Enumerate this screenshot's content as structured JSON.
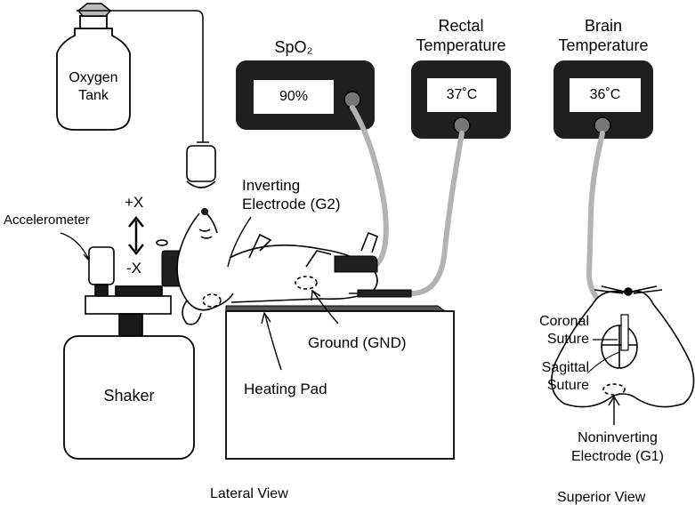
{
  "oxygen_tank": {
    "line1": "Oxygen",
    "line2": "Tank"
  },
  "monitors": {
    "spo2": {
      "title": "SpO₂",
      "reading": "90%"
    },
    "rectal": {
      "title_line1": "Rectal",
      "title_line2": "Temperature",
      "reading": "37˚C"
    },
    "brain": {
      "title_line1": "Brain",
      "title_line2": "Temperature",
      "reading": "36˚C"
    }
  },
  "labels": {
    "accelerometer": "Accelerometer",
    "plus_x": "+X",
    "minus_x": "-X",
    "inverting_line1": "Inverting",
    "inverting_line2": "Electrode (G2)",
    "shaker": "Shaker",
    "ground": "Ground (GND)",
    "heating_pad": "Heating Pad",
    "coronal_line1": "Coronal",
    "coronal_line2": "Suture",
    "sagittal_line1": "Sagittal",
    "sagittal_line2": "Suture",
    "noninverting_line1": "Noninverting",
    "noninverting_line2": "Electrode (G1)"
  },
  "captions": {
    "lateral": "Lateral View",
    "superior": "Superior View"
  },
  "colors": {
    "monitor_body": "#1f1f1f",
    "cable": "#b3b3b3",
    "outline": "#000000"
  }
}
